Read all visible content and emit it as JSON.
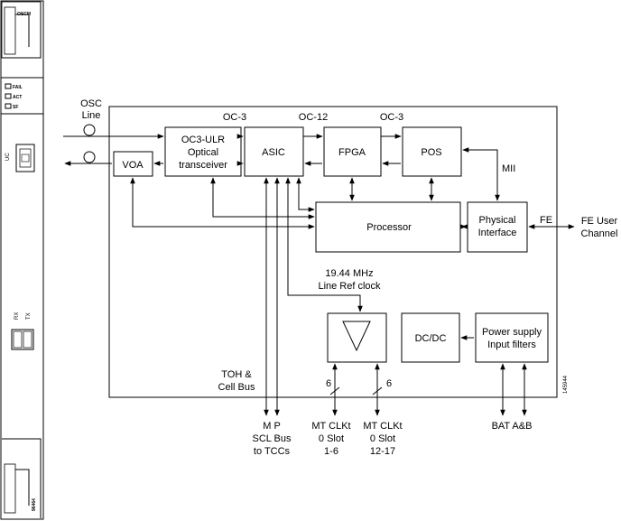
{
  "card": {
    "label_top": "OSCM",
    "leds": [
      "FAIL",
      "ACT",
      "SF"
    ],
    "port_label": "UC",
    "rx_label": "RX",
    "tx_label": "TX",
    "part_number": "96464"
  },
  "blocks": {
    "oc3": [
      "OC3-ULR",
      "Optical",
      "transceiver"
    ],
    "voa": "VOA",
    "asic": "ASIC",
    "fpga": "FPGA",
    "pos": "POS",
    "processor": "Processor",
    "physical": [
      "Physical",
      "Interface"
    ],
    "dcdc": "DC/DC",
    "power": [
      "Power supply",
      "Input filters"
    ]
  },
  "labels": {
    "osc_line": [
      "OSC",
      "Line"
    ],
    "oc3_a": "OC-3",
    "oc12": "OC-12",
    "oc3_b": "OC-3",
    "mii": "MII",
    "fe": "FE",
    "fe_user": [
      "FE User",
      "Channel"
    ],
    "clock": [
      "19.44 MHz",
      "Line Ref clock"
    ],
    "toh": [
      "TOH &",
      "Cell Bus"
    ],
    "bus_count_a": "6",
    "bus_count_b": "6",
    "scl_bus": [
      "M   P",
      "SCL Bus",
      "to TCCs"
    ],
    "mt_clk_a": [
      "MT CLKt",
      "0 Slot",
      "1-6"
    ],
    "mt_clk_b": [
      "MT CLKt",
      "0 Slot",
      "12-17"
    ],
    "bat": "BAT A&B",
    "figure_id": "145944"
  }
}
